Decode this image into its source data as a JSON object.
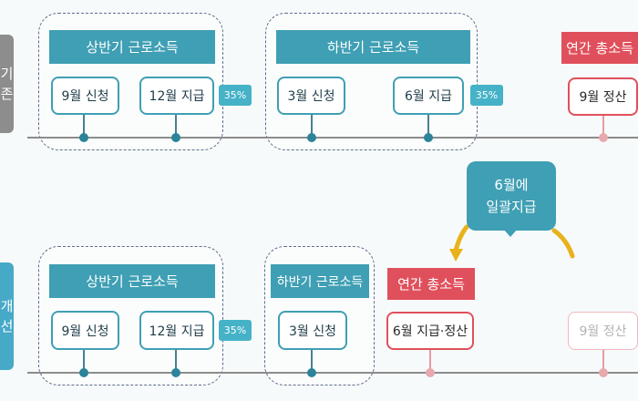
{
  "top_row": {
    "side_label": [
      "기",
      "존"
    ],
    "first_half": {
      "header": "상반기 근로소득",
      "apply": "9월 신청",
      "pay": "12월 지급",
      "percent": "35%"
    },
    "second_half": {
      "header": "하반기 근로소득",
      "apply": "3월 신청",
      "pay": "6월 지급",
      "percent": "35%"
    },
    "annual": {
      "header": "연간 총소득",
      "settle": "9월 정산"
    }
  },
  "callout": {
    "line1": "6월에",
    "line2": "일괄지급"
  },
  "bottom_row": {
    "side_label": [
      "개",
      "선"
    ],
    "first_half": {
      "header": "상반기 근로소득",
      "apply": "9월 신청",
      "pay": "12월 지급",
      "percent": "35%"
    },
    "second_half": {
      "header": "하반기 근로소득",
      "apply": "3월 신청"
    },
    "annual": {
      "header": "연간 총소득",
      "pay_settle": "6월 지급·정산",
      "old_settle": "9월 정산"
    }
  },
  "colors": {
    "teal": "#3f9fb4",
    "red": "#e0505c",
    "gray_tab": "#8d8d8d",
    "light_blue_tab": "#46a9c8"
  }
}
